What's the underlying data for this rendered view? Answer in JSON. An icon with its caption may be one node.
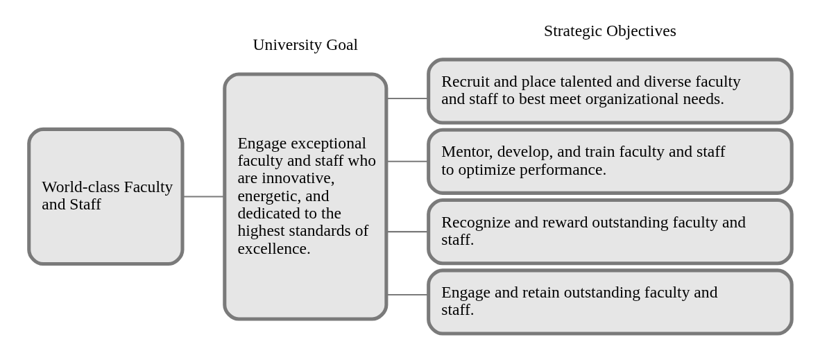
{
  "diagram": {
    "nodes": [
      {
        "text": [
          "World-class Faculty and Staff"
        ]
      },
      {
        "text": [
          "Engage exceptional faculty and staff who are innovative, energetic, and dedicated to the highest standards of excellence."
        ]
      },
      {
        "text": [
          "Recruit and place talented and diverse faculty and staff to best meet organizational needs."
        ]
      },
      {
        "text": [
          "Mentor, develop, and train faculty and staff to optimize performance."
        ]
      },
      {
        "text": [
          "Recognize and reward outstanding faculty and staff."
        ]
      },
      {
        "text": [
          "Engage and retain outstanding faculty and staff."
        ]
      }
    ],
    "edges": [
      {
        "from": 0,
        "to": 1,
        "arrow": "none"
      },
      {
        "from": 1,
        "to": 2,
        "arrow": "none"
      },
      {
        "from": 1,
        "to": 3,
        "arrow": "none"
      },
      {
        "from": 1,
        "to": 4,
        "arrow": "none"
      },
      {
        "from": 1,
        "to": 5,
        "arrow": "none"
      }
    ],
    "labels": [
      "University Goal",
      "Strategic Objectives"
    ]
  }
}
